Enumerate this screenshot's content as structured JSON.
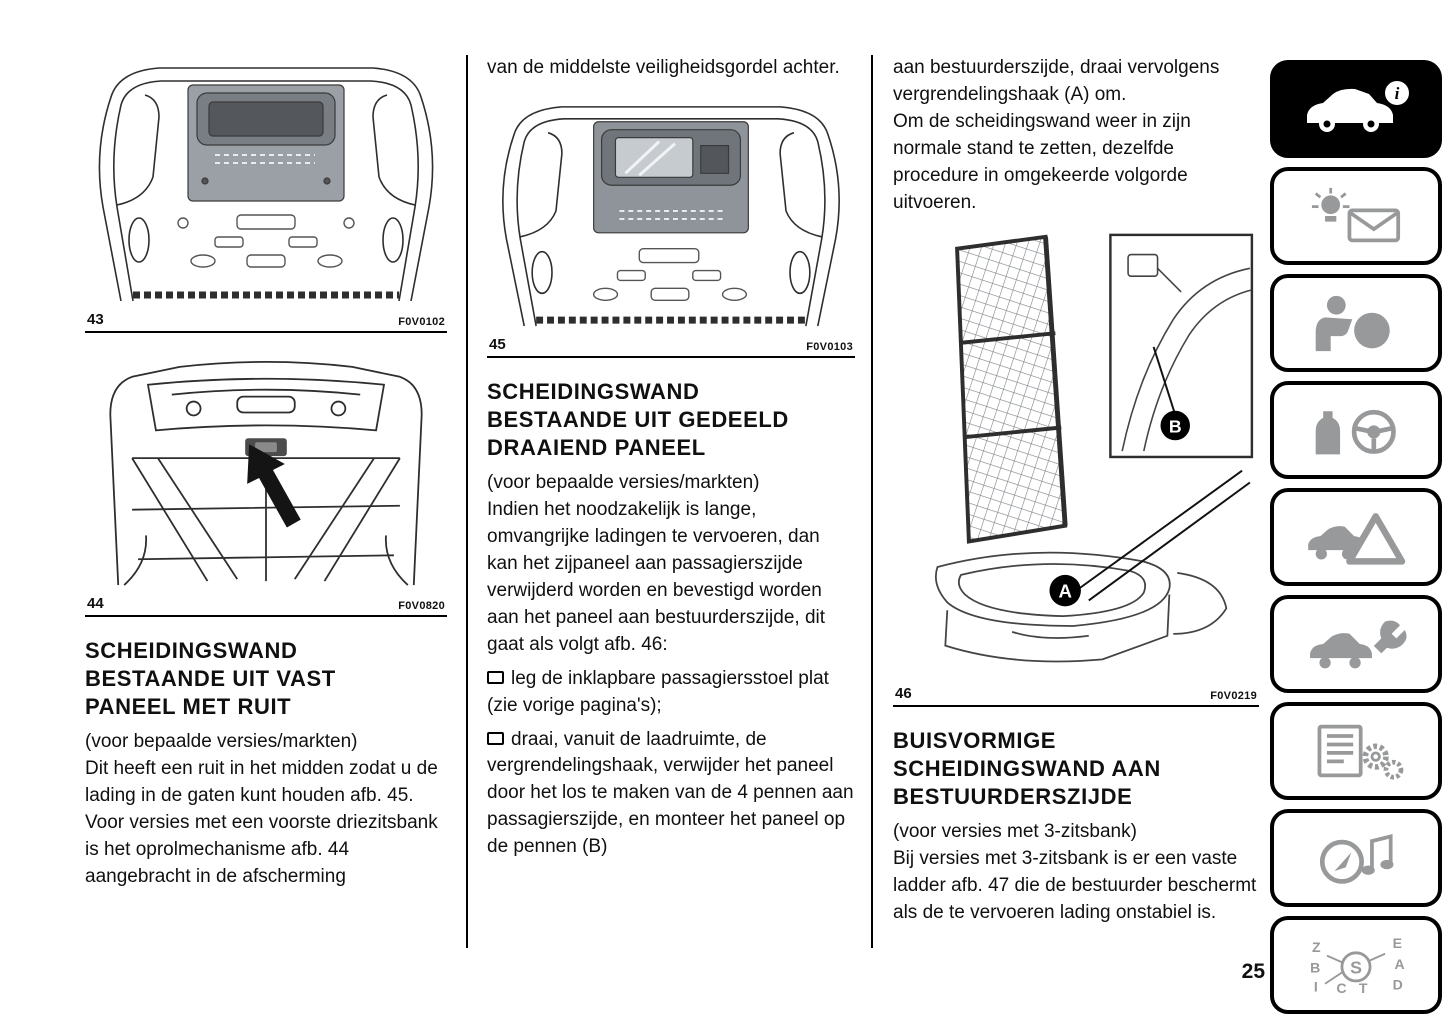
{
  "page": {
    "number": "25"
  },
  "colors": {
    "text": "#101010",
    "icon_gray": "#98999b",
    "active_tab_bg": "#000000"
  },
  "col1": {
    "fig43": {
      "number": "43",
      "code": "F0V0102"
    },
    "fig44": {
      "number": "44",
      "code": "F0V0820"
    },
    "section": {
      "heading": "SCHEIDINGSWAND BESTAANDE UIT VAST PANEEL MET RUIT",
      "subheading": "(voor bepaalde versies/markten)",
      "para1": "Dit heeft een ruit in het midden zodat u de lading in de gaten kunt houden afb. 45.",
      "para2": "Voor versies met een voorste driezitsbank is het oprolmechanisme afb. 44 aangebracht in de afscherming"
    }
  },
  "col2": {
    "intro": "van de middelste veiligheidsgordel achter.",
    "fig45": {
      "number": "45",
      "code": "F0V0103"
    },
    "section": {
      "heading": "SCHEIDINGSWAND BESTAANDE UIT GEDEELD DRAAIEND PANEEL",
      "subheading": "(voor bepaalde versies/markten)",
      "para1": "Indien het noodzakelijk is lange, omvangrijke ladingen te vervoeren, dan kan het zijpaneel aan passagierszijde verwijderd worden en bevestigd worden aan het paneel aan bestuurderszijde, dit gaat als volgt afb. 46:",
      "bullets": [
        "leg de inklapbare passagiersstoel plat (zie vorige pagina's);",
        "draai, vanuit de laadruimte, de vergrendelingshaak, verwijder het paneel door het los te maken van de 4 pennen aan passagierszijde, en monteer het paneel op de pennen (B)"
      ]
    }
  },
  "col3": {
    "intro1": "aan bestuurderszijde, draai vervolgens vergrendelingshaak (A) om.",
    "intro2": "Om de scheidingswand weer in zijn normale stand te zetten, dezelfde procedure in omgekeerde volgorde uitvoeren.",
    "fig46": {
      "number": "46",
      "code": "F0V0219",
      "callout_a": "A",
      "callout_b": "B"
    },
    "section": {
      "heading": "BUISVORMIGE SCHEIDINGSWAND AAN BESTUURDERSZIJDE",
      "subheading": "(voor versies met 3-zitsbank)",
      "para1": "Bij versies met 3-zitsbank is er een vaste ladder afb. 47 die de bestuurder beschermt als de te vervoeren lading onstabiel is."
    }
  },
  "sidebar": {
    "items": [
      {
        "icon": "car-info-icon",
        "active": true,
        "glyph": "i"
      },
      {
        "icon": "dashboard-lights-icon",
        "active": false
      },
      {
        "icon": "airbag-safety-icon",
        "active": false
      },
      {
        "icon": "steering-wheel-icon",
        "active": false
      },
      {
        "icon": "warning-triangle-car-icon",
        "active": false
      },
      {
        "icon": "car-wrench-icon",
        "active": false
      },
      {
        "icon": "specifications-gears-icon",
        "active": false
      },
      {
        "icon": "navigation-music-icon",
        "active": false
      },
      {
        "icon": "alphabetical-index-icon",
        "active": false,
        "letters": [
          "Z",
          "E",
          "B",
          "A",
          "I",
          "C",
          "T",
          "D",
          "S"
        ]
      }
    ]
  }
}
